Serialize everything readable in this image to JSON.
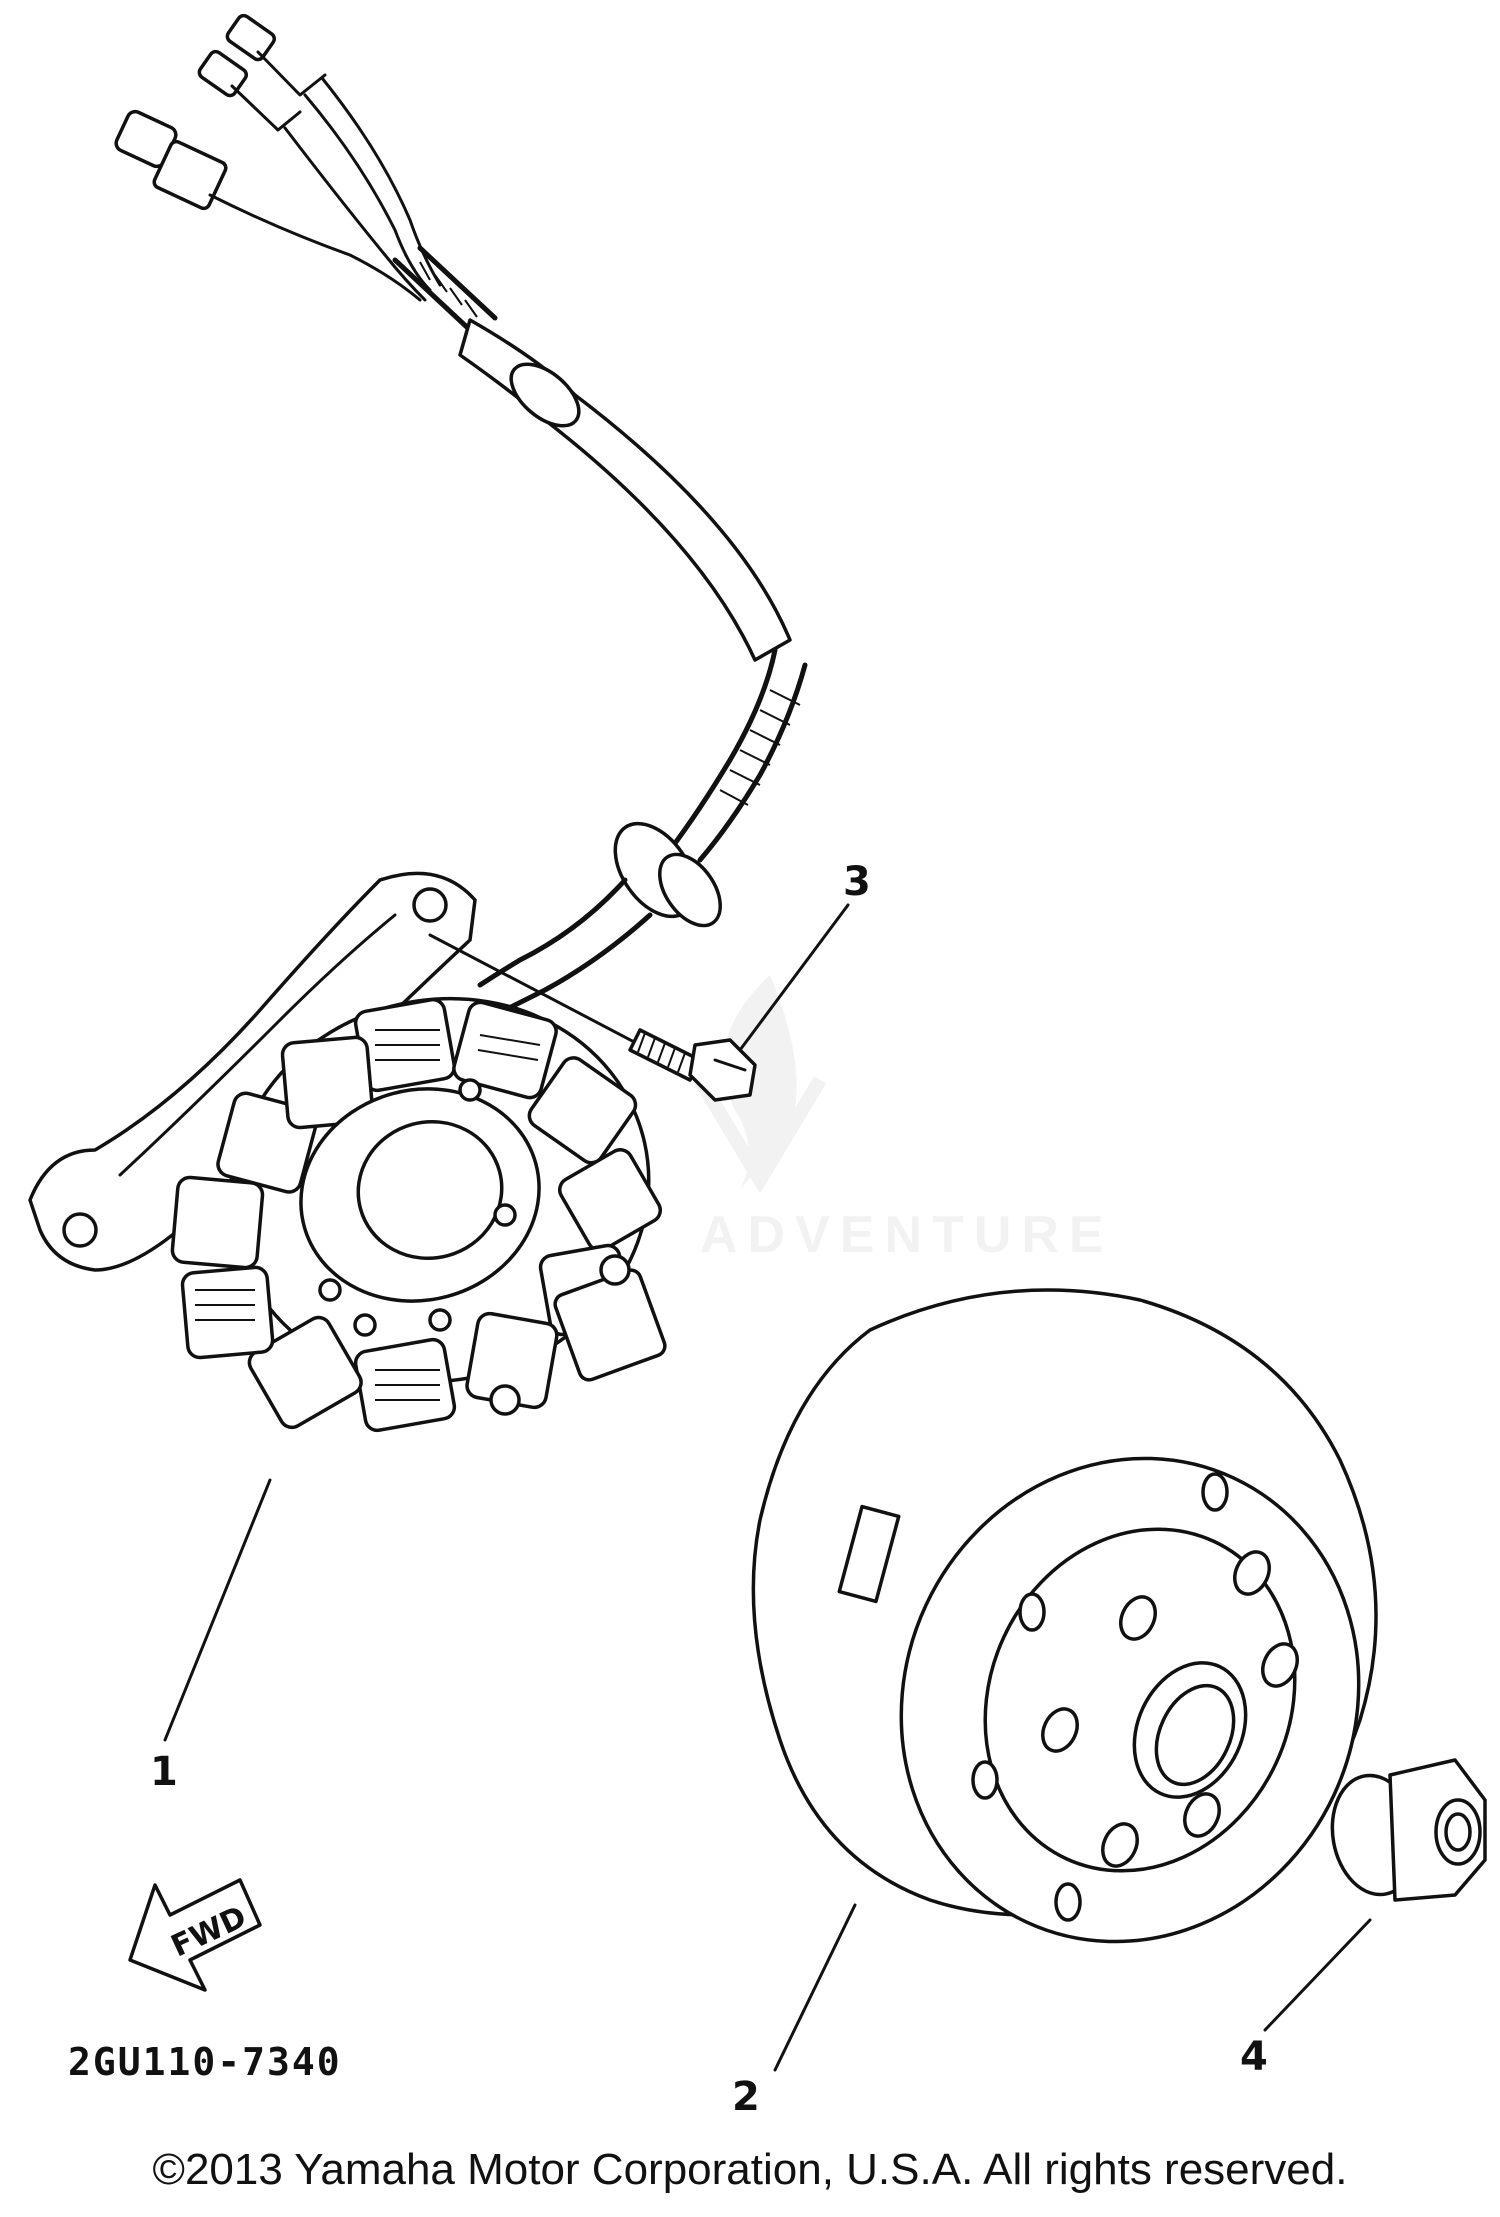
{
  "diagram": {
    "callouts": {
      "c1": "1",
      "c2": "2",
      "c3": "3",
      "c4": "4"
    },
    "part_code": "2GU110-7340",
    "fwd_label": "FWD",
    "watermark": "ADVENTURE",
    "copyright": "©2013 Yamaha Motor Corporation, U.S.A. All rights reserved."
  }
}
